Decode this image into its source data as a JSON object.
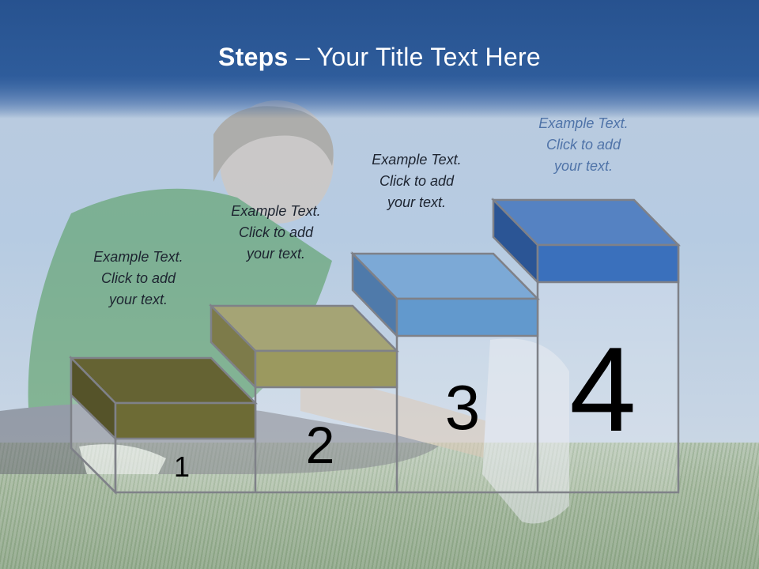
{
  "slide": {
    "title_bold": "Steps",
    "title_rest": " – Your Title Text Here"
  },
  "steps": [
    {
      "number": "1",
      "caption": "Example Text.\nClick  to add\nyour text.",
      "color": "#6b6a34"
    },
    {
      "number": "2",
      "caption": "Example Text.\nClick  to add\nyour text.",
      "color": "#9a9860"
    },
    {
      "number": "3",
      "caption": "Example Text.\nClick  to add\nyour text.",
      "color": "#5f93c9"
    },
    {
      "number": "4",
      "caption": "Example Text.\nClick  to add\nyour text.",
      "color": "#3a6fb8"
    }
  ]
}
